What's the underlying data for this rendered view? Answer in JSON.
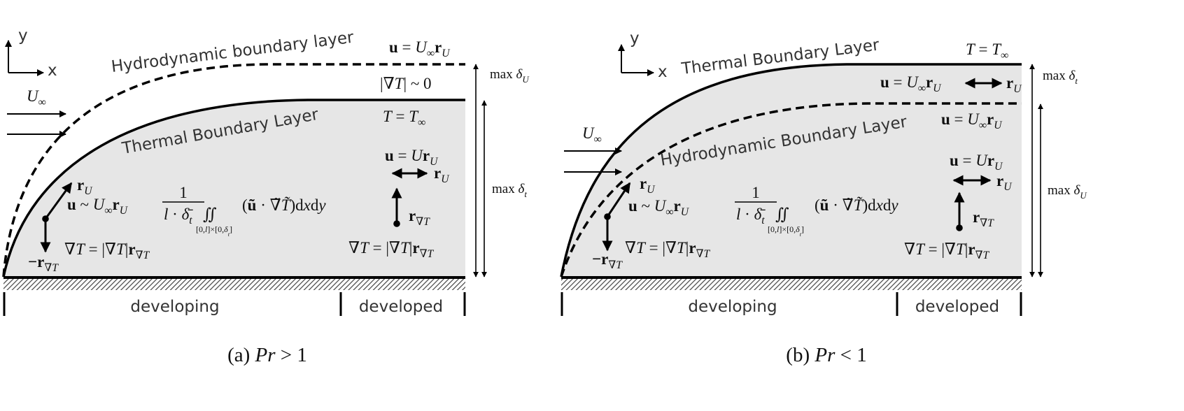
{
  "axes": {
    "x": "x",
    "y": "y"
  },
  "labels": {
    "developing": "developing",
    "developed": "developed",
    "hydro_a": "Hydrodynamic boundary layer",
    "thermal_a": "Thermal Boundary Layer",
    "thermal_b": "Thermal Boundary Layer",
    "hydro_b": "Hydrodynamic Boundary Layer"
  },
  "math": {
    "u_uinf": [
      [
        "u",
        "b"
      ],
      [
        " = ",
        ""
      ],
      [
        "U",
        "i"
      ],
      [
        "∞",
        "s"
      ],
      [
        "r",
        "b"
      ],
      [
        "U",
        "s"
      ]
    ],
    "grad_zero": [
      [
        "|∇",
        ""
      ],
      [
        "T",
        "i"
      ],
      [
        "| ~ 0",
        ""
      ]
    ],
    "t_inf": [
      [
        "T",
        "i"
      ],
      [
        " = ",
        ""
      ],
      [
        "T",
        "i"
      ],
      [
        "∞",
        "s"
      ]
    ],
    "u_u": [
      [
        "u",
        "b"
      ],
      [
        " = ",
        ""
      ],
      [
        "U",
        "i"
      ],
      [
        "r",
        "b"
      ],
      [
        "U",
        "s"
      ]
    ],
    "r_u": [
      [
        "r",
        "b"
      ],
      [
        "U",
        "s"
      ]
    ],
    "r_grad": [
      [
        "r",
        "b"
      ],
      [
        "∇T",
        "s"
      ]
    ],
    "grad_t": [
      [
        "∇",
        ""
      ],
      [
        "T",
        "i"
      ],
      [
        " = |∇",
        ""
      ],
      [
        "T",
        "i"
      ],
      [
        "|",
        ""
      ],
      [
        "r",
        "b"
      ],
      [
        "∇T",
        "s"
      ]
    ],
    "u_sim": [
      [
        "u",
        "b"
      ],
      [
        " ~ ",
        ""
      ],
      [
        "U",
        "i"
      ],
      [
        "∞",
        "s"
      ],
      [
        "r",
        "b"
      ],
      [
        "U",
        "s"
      ]
    ],
    "neg_r_grad": [
      [
        "−r",
        "b"
      ],
      [
        "∇T",
        "s"
      ]
    ],
    "max_delta_u": [
      [
        "max ",
        ""
      ],
      [
        "δ",
        "i"
      ],
      [
        "U",
        "s"
      ]
    ],
    "max_delta_t": [
      [
        "max ",
        ""
      ],
      [
        "δ",
        "i"
      ],
      [
        "t",
        "s"
      ]
    ],
    "u_inf": [
      [
        "U",
        "i"
      ],
      [
        "∞",
        "s"
      ]
    ],
    "frac_num": [
      [
        "1",
        ""
      ]
    ],
    "frac_den": [
      [
        "l",
        "i"
      ],
      [
        " · ",
        ""
      ],
      [
        "δ̄",
        "i"
      ],
      [
        "t",
        "s"
      ]
    ],
    "double_integral": [
      [
        "∬",
        ""
      ]
    ],
    "domain": [
      [
        "[0,",
        ""
      ],
      [
        "l",
        "i"
      ],
      [
        "]×[0,",
        ""
      ],
      [
        "δ",
        "i"
      ],
      [
        "t",
        "s"
      ],
      [
        "]",
        ""
      ]
    ],
    "integrand": [
      [
        "(",
        ""
      ],
      [
        "ũ",
        "b"
      ],
      [
        " · ",
        ""
      ],
      [
        "∇̃",
        ""
      ],
      [
        "T̃",
        "i"
      ],
      [
        ")d",
        ""
      ],
      [
        "x",
        "i"
      ],
      [
        "d",
        ""
      ],
      [
        "y",
        "i"
      ]
    ]
  },
  "captions": {
    "a": [
      [
        "(a) ",
        ""
      ],
      [
        "Pr",
        "i"
      ],
      [
        " > 1",
        ""
      ]
    ],
    "b": [
      [
        "(b) ",
        ""
      ],
      [
        "Pr",
        "i"
      ],
      [
        " < 1",
        ""
      ]
    ]
  },
  "colors": {
    "fill": "#e6e6e6",
    "line": "#000000"
  }
}
